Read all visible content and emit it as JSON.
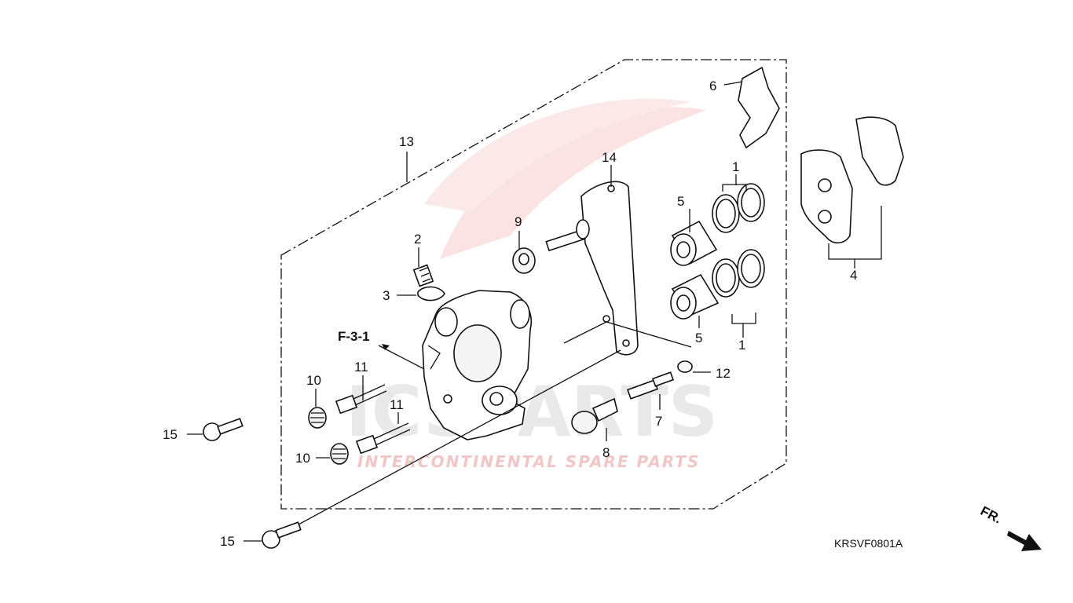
{
  "diagram": {
    "figure_code": "KRSVF0801A",
    "ref_label": "F-3-1",
    "direction_label": "FR.",
    "watermark": {
      "brand": "ICSPARTS",
      "tagline": "INTERCONTINENTAL SPARE PARTS"
    },
    "callouts": {
      "c1a": "1",
      "c1b": "1",
      "c2": "2",
      "c3": "3",
      "c4": "4",
      "c5a": "5",
      "c5b": "5",
      "c6": "6",
      "c7": "7",
      "c8": "8",
      "c9": "9",
      "c10a": "10",
      "c10b": "10",
      "c11a": "11",
      "c11b": "11",
      "c12": "12",
      "c13": "13",
      "c14": "14",
      "c15a": "15",
      "c15b": "15"
    }
  }
}
